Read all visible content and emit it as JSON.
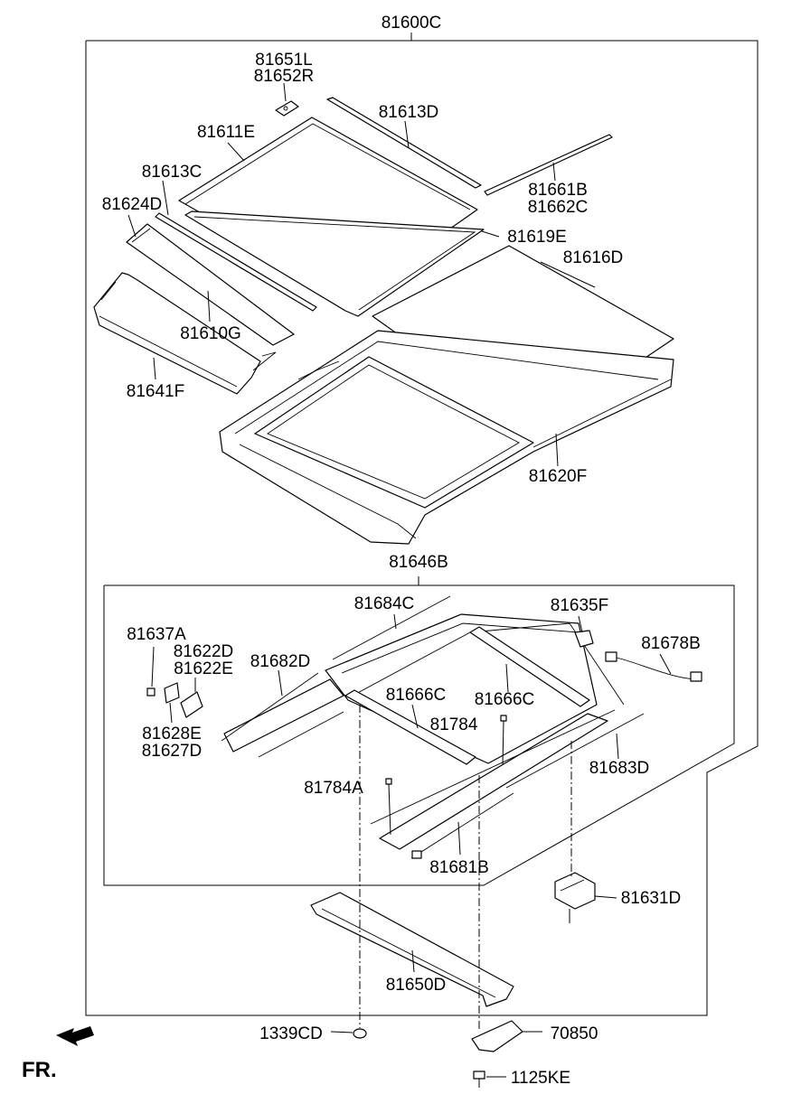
{
  "title": "81600C",
  "sub_assembly": "81646B",
  "direction": {
    "text": "FR.",
    "arrow_icon": "front-arrow-icon"
  },
  "parts": [
    {
      "id": "p-81651l",
      "number": "81651L"
    },
    {
      "id": "p-81652r",
      "number": "81652R"
    },
    {
      "id": "p-81613d",
      "number": "81613D"
    },
    {
      "id": "p-81611e",
      "number": "81611E"
    },
    {
      "id": "p-81613c",
      "number": "81613C"
    },
    {
      "id": "p-81661b",
      "number": "81661B"
    },
    {
      "id": "p-81662c",
      "number": "81662C"
    },
    {
      "id": "p-81624d",
      "number": "81624D"
    },
    {
      "id": "p-81619e",
      "number": "81619E"
    },
    {
      "id": "p-81616d",
      "number": "81616D"
    },
    {
      "id": "p-81610g",
      "number": "81610G"
    },
    {
      "id": "p-81641f",
      "number": "81641F"
    },
    {
      "id": "p-81620f",
      "number": "81620F"
    },
    {
      "id": "p-81684c",
      "number": "81684C"
    },
    {
      "id": "p-81635f",
      "number": "81635F"
    },
    {
      "id": "p-81637a",
      "number": "81637A"
    },
    {
      "id": "p-81622d",
      "number": "81622D"
    },
    {
      "id": "p-81622e",
      "number": "81622E"
    },
    {
      "id": "p-81682d",
      "number": "81682D"
    },
    {
      "id": "p-81678b",
      "number": "81678B"
    },
    {
      "id": "p-81666c-left",
      "number": "81666C"
    },
    {
      "id": "p-81666c-right",
      "number": "81666C"
    },
    {
      "id": "p-81784",
      "number": "81784"
    },
    {
      "id": "p-81628e",
      "number": "81628E"
    },
    {
      "id": "p-81627d",
      "number": "81627D"
    },
    {
      "id": "p-81683d",
      "number": "81683D"
    },
    {
      "id": "p-81784a",
      "number": "81784A"
    },
    {
      "id": "p-81681b",
      "number": "81681B"
    },
    {
      "id": "p-81631d",
      "number": "81631D"
    },
    {
      "id": "p-81650d",
      "number": "81650D"
    },
    {
      "id": "p-1339cd",
      "number": "1339CD"
    },
    {
      "id": "p-70850",
      "number": "70850"
    },
    {
      "id": "p-1125ke",
      "number": "1125KE"
    }
  ]
}
